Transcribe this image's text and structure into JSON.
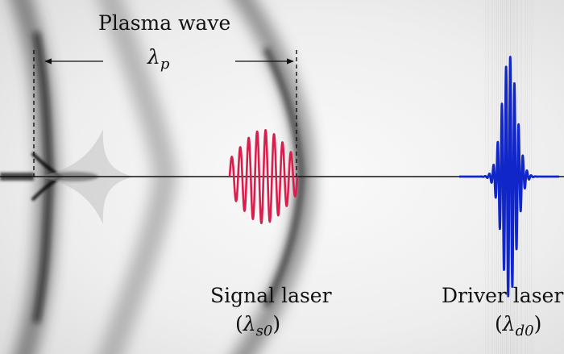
{
  "plasma_wave": {
    "title": "Plasma wave",
    "symbol": "λ",
    "subscript": "p"
  },
  "signal_laser": {
    "title": "Signal laser",
    "open_paren": "(",
    "symbol": "λ",
    "subscript": "s0",
    "close_paren": ")",
    "color": "#d81e4c"
  },
  "driver_laser": {
    "title": "Driver laser",
    "open_paren": "(",
    "symbol": "λ",
    "subscript": "d0",
    "close_paren": ")",
    "color": "#1026c8"
  },
  "colors": {
    "axis": "#111111",
    "background_light": "#f2f2f2",
    "plasma_dark": "#1a1a1a"
  }
}
